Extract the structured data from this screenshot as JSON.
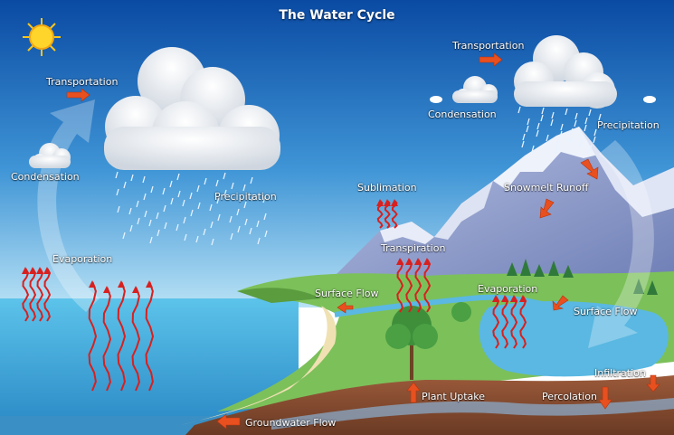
{
  "title": "The Water Cycle",
  "labels": {
    "transportation_left": "Transportation",
    "transportation_right": "Transportation",
    "condensation_left": "Condensation",
    "condensation_right": "Condensation",
    "precipitation_left": "Precipitation",
    "precipitation_right": "Precipitation",
    "evaporation_ocean": "Evaporation",
    "evaporation_lake": "Evaporation",
    "sublimation": "Sublimation",
    "snowmelt_runoff": "Snowmelt Runoff",
    "transpiration": "Transpiration",
    "surface_flow_left": "Surface Flow",
    "surface_flow_right": "Surface Flow",
    "infiltration": "Infiltration",
    "plant_uptake": "Plant Uptake",
    "percolation": "Percolation",
    "groundwater_flow": "Groundwater Flow"
  },
  "colors": {
    "sky_top": "#0a4fa8",
    "sky_bottom": "#9fd6f2",
    "ocean": "#4fb9e3",
    "mountain": "#8e9cc9",
    "snow": "#f1f4fb",
    "land": "#7cc05a",
    "soil": "#8a4f33",
    "arrow": "#e8501f",
    "wave": "#d8201f"
  }
}
